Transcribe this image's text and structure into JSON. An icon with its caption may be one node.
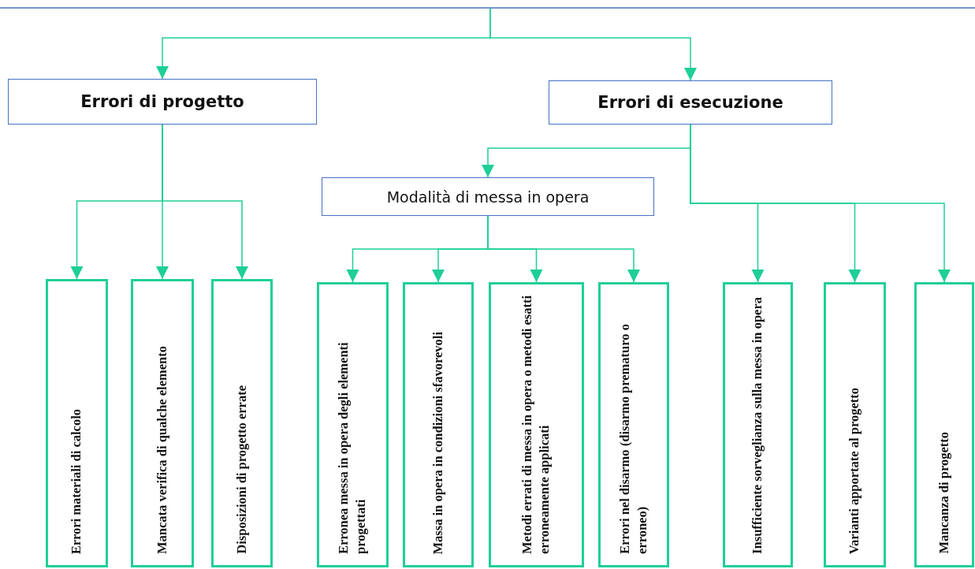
{
  "diagram": {
    "nodes": [
      {
        "text": [
          "Errori di progetto"
        ]
      },
      {
        "text": [
          "Errori di esecuzione"
        ]
      },
      {
        "text": [
          "Modalità di messa in opera"
        ]
      },
      {
        "text": [
          "Errori materiali di calcolo"
        ]
      },
      {
        "text": [
          "Mancata verifica di qualche elemento"
        ]
      },
      {
        "text": [
          "Disposizioni di progetto errate"
        ]
      },
      {
        "text": [
          "Erronea messa in opera degli elementi progettati"
        ]
      },
      {
        "text": [
          "Massa in opera in condizioni sfavorevoli"
        ]
      },
      {
        "text": [
          "Metodi errati di messa in opera o metodi esatti erroneamente applicati"
        ]
      },
      {
        "text": [
          "Errori nel disarmo (disarmo prematuro o erroneo)"
        ]
      },
      {
        "text": [
          "Insufficiente sorveglianza sulla messa in opera"
        ]
      },
      {
        "text": [
          "Varianti apportate al progetto"
        ]
      },
      {
        "text": [
          "Mancanza di progetto"
        ]
      }
    ],
    "edges": [
      {
        "from": null,
        "to": 0,
        "arrow": "to"
      },
      {
        "from": null,
        "to": 1,
        "arrow": "to"
      },
      {
        "from": 0,
        "to": 3,
        "arrow": "to"
      },
      {
        "from": 0,
        "to": 4,
        "arrow": "to"
      },
      {
        "from": 0,
        "to": 5,
        "arrow": "to"
      },
      {
        "from": 1,
        "to": 2,
        "arrow": "to"
      },
      {
        "from": 2,
        "to": 6,
        "arrow": "to"
      },
      {
        "from": 2,
        "to": 7,
        "arrow": "to"
      },
      {
        "from": 2,
        "to": 8,
        "arrow": "to"
      },
      {
        "from": 2,
        "to": 9,
        "arrow": "to"
      },
      {
        "from": 1,
        "to": 10,
        "arrow": "to"
      },
      {
        "from": 1,
        "to": 11,
        "arrow": "to"
      },
      {
        "from": 1,
        "to": 12,
        "arrow": "to"
      }
    ]
  }
}
